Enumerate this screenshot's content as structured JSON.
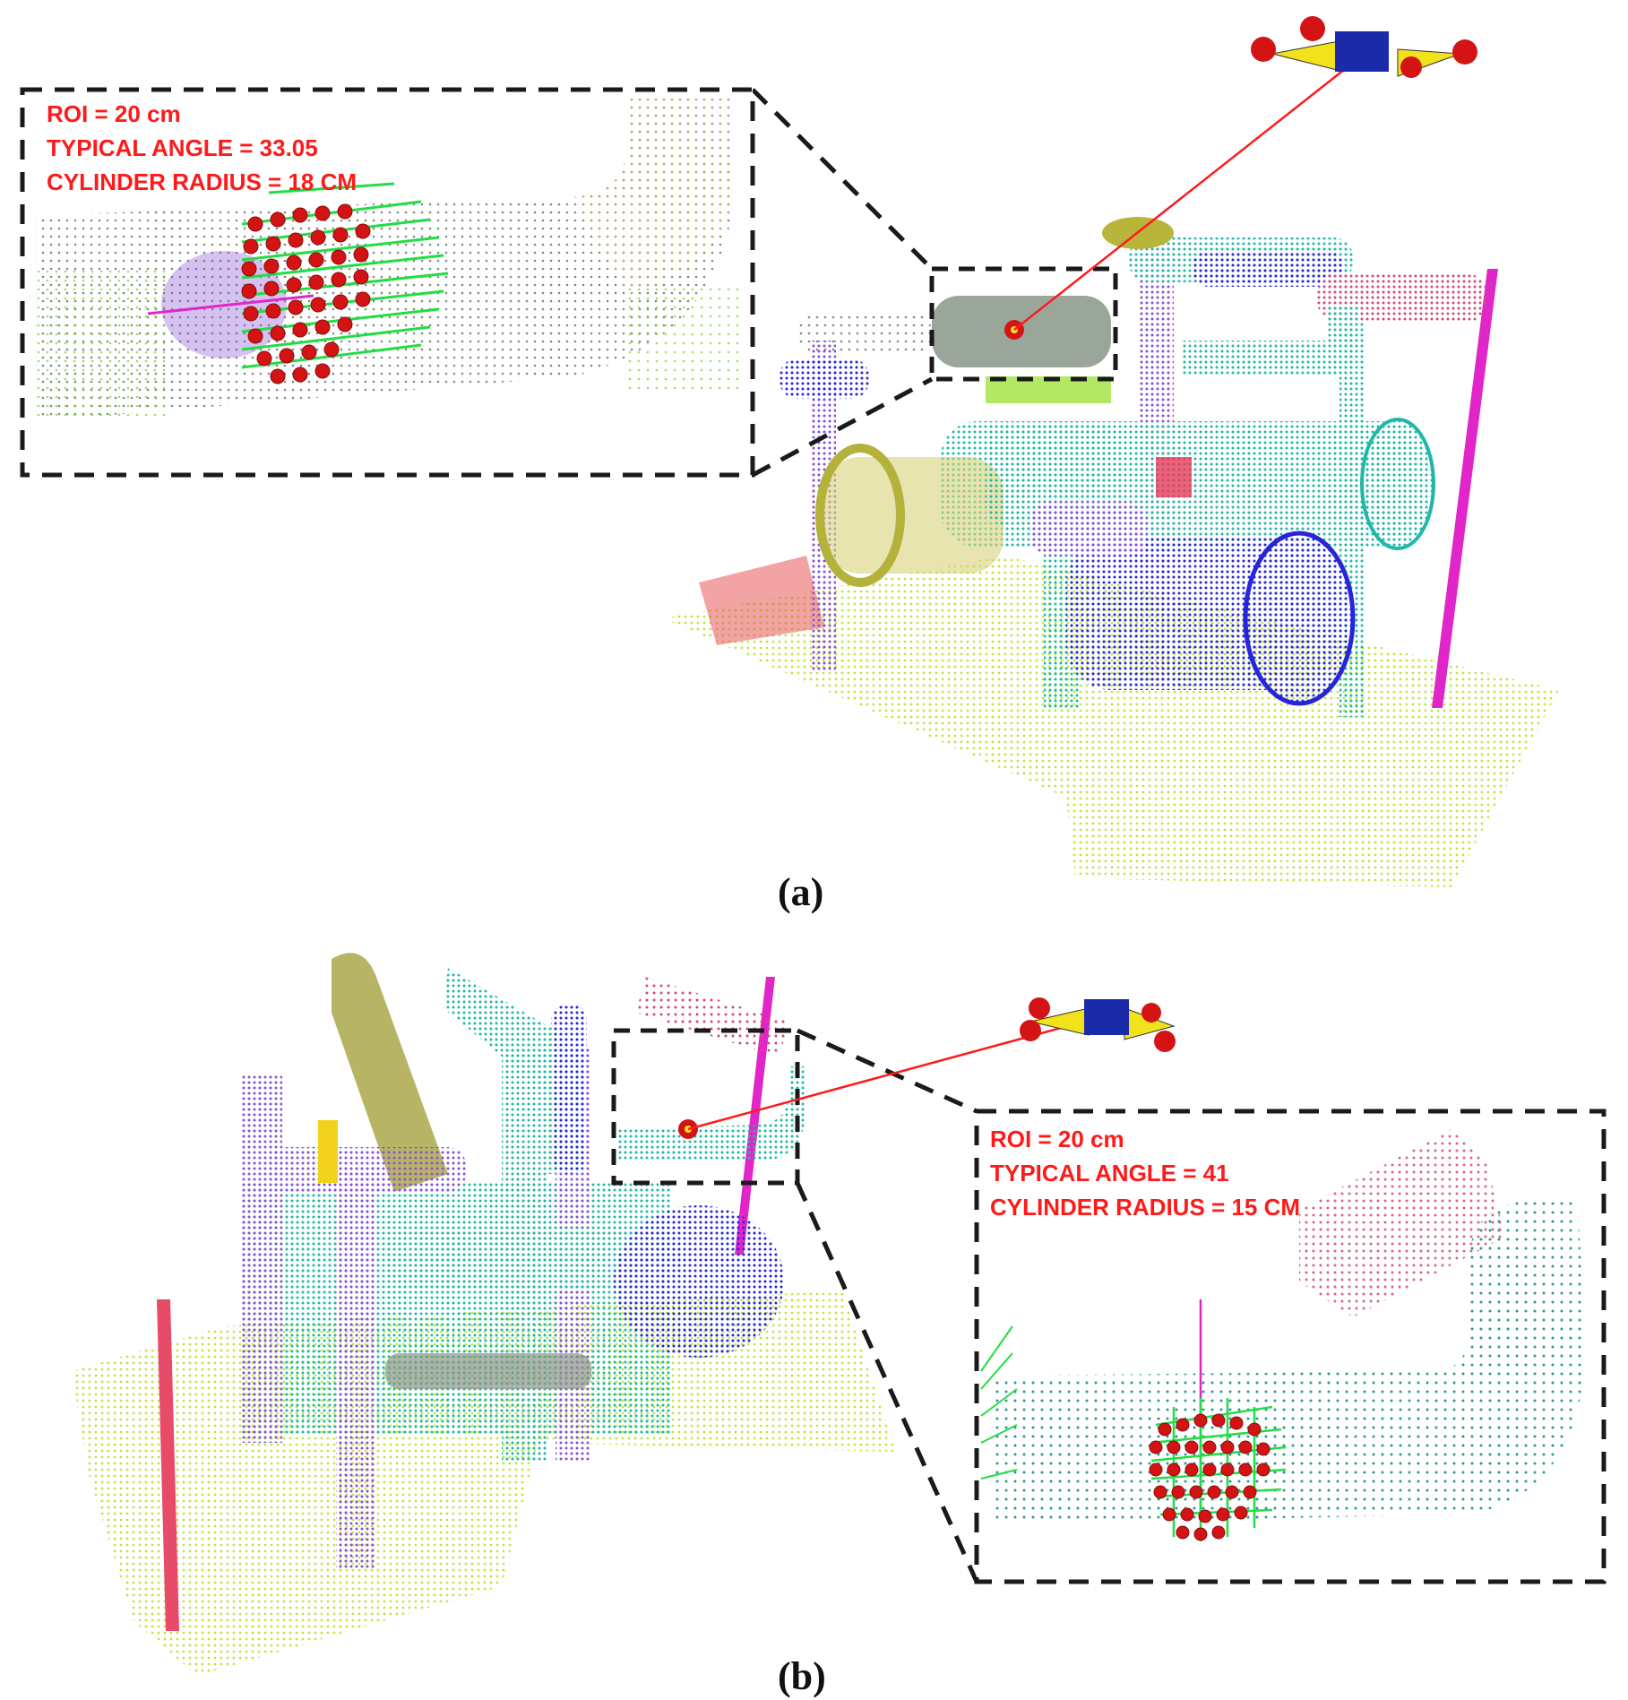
{
  "panel_a": {
    "caption": "(a)",
    "roi_label": "ROI = 20 cm",
    "angle_label": "TYPICAL ANGLE = 33.05",
    "radius_label": "CYLINDER RADIUS = 18 CM"
  },
  "panel_b": {
    "caption": "(b)",
    "roi_label": "ROI = 20 cm",
    "angle_label": "TYPICAL ANGLE = 41",
    "radius_label": "CYLINDER RADIUS = 15 CM"
  },
  "colors": {
    "annotation_red": "#ff1a1a",
    "sphere_red": "#d41414",
    "normal_green": "#22dd44",
    "axis_magenta": "#e026c8",
    "cursor_yellow": "#f2e21c",
    "cursor_blue": "#1a2aa8",
    "floor_lime": "#b9e22a",
    "pipe_teal": "#1fb8a8",
    "pipe_blue": "#2626d9",
    "pipe_purple": "#8a4fd6",
    "pipe_pink": "#d24a7a",
    "pipe_gray": "#8a968a"
  }
}
